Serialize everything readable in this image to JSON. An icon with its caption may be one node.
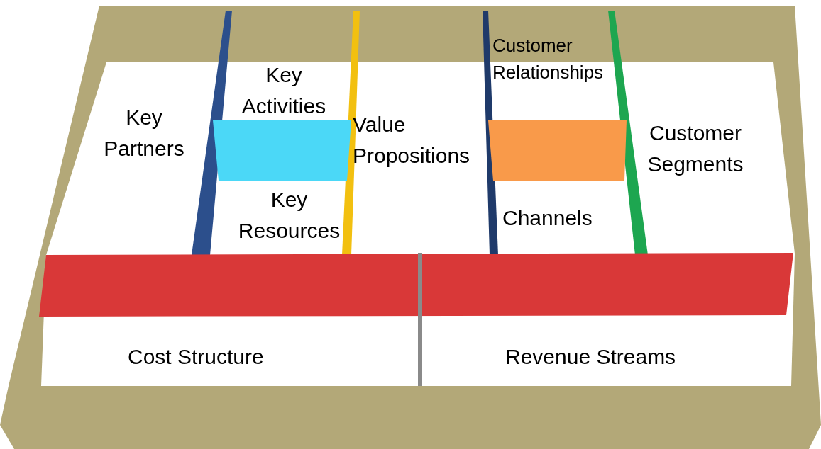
{
  "diagram": {
    "labels": [
      "Customer Relationships",
      "Key Activities",
      "Key Partners",
      "Value Propositions",
      "Customer Segments",
      "Key Resources",
      "Channels",
      "Cost Structure",
      "Revenue Streams"
    ]
  }
}
